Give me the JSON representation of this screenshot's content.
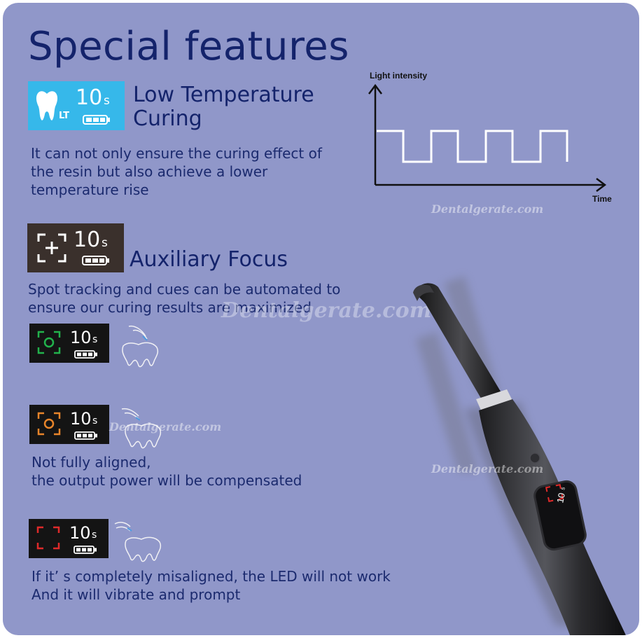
{
  "page": {
    "title": "Special features"
  },
  "feature_low_temp": {
    "badge_value": "10",
    "badge_unit": "s",
    "badge_mode": "LT",
    "heading_line1": "Low Temperature",
    "heading_line2": "Curing",
    "desc_line1": "It can not only ensure the curing effect of",
    "desc_line2": "the resin but also achieve a lower",
    "desc_line3": "temperature rise"
  },
  "graph": {
    "y_label": "Light intensity",
    "x_label": "Time"
  },
  "feature_focus": {
    "badge_value": "10",
    "badge_unit": "s",
    "heading": "Auxiliary Focus",
    "desc_line1": "Spot tracking and cues can be automated to",
    "desc_line2": "ensure our curing results are maximized"
  },
  "state_aligned": {
    "badge_value": "10",
    "badge_unit": "s",
    "focus_color": "#22b24c"
  },
  "state_partial": {
    "badge_value": "10",
    "badge_unit": "s",
    "focus_color": "#e8852a",
    "desc_line1": "Not fully aligned,",
    "desc_line2": "the output power will be compensated"
  },
  "state_misaligned": {
    "badge_value": "10",
    "badge_unit": "s",
    "focus_color": "#e02a2a",
    "desc_line1": "If it’ s completely misaligned, the LED will not work",
    "desc_line2": "And it will vibrate and prompt"
  },
  "device_display": {
    "value": "10",
    "unit": "s"
  },
  "watermark": {
    "text": "Dentalgerate.com"
  },
  "colors": {
    "background": "#9097c9",
    "heading": "#14236b",
    "lt_badge": "#36b8ea"
  }
}
